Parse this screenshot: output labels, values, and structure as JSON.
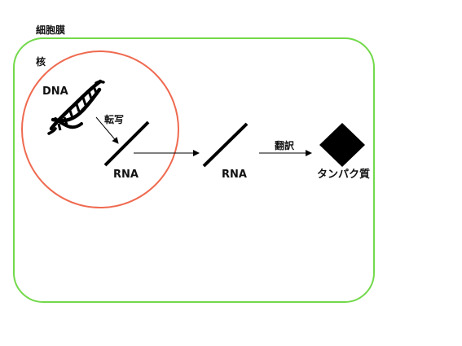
{
  "labels": {
    "cell_membrane": "細胞膜",
    "nucleus": "核",
    "dna": "DNA",
    "transcription": "転写",
    "rna_nucleus": "RNA",
    "rna_cytoplasm": "RNA",
    "translation": "翻訳",
    "protein": "タンパク質"
  },
  "colors": {
    "cell_membrane": "#72d94a",
    "nucleus": "#ef6a50",
    "ink": "#000000"
  },
  "icons": {
    "dna": "dna-double-helix-icon",
    "protein": "diamond-icon"
  }
}
